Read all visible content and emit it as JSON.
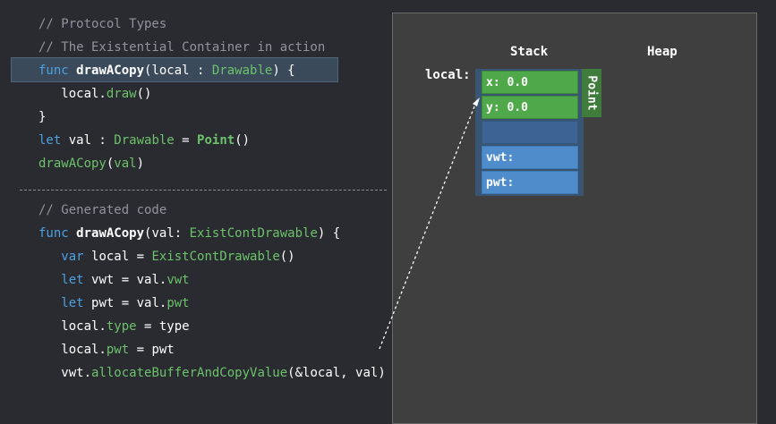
{
  "code": {
    "upper": [
      [
        {
          "t": "// Protocol Types",
          "c": "comment"
        }
      ],
      [
        {
          "t": "// The Existential Container in action",
          "c": "comment"
        }
      ],
      [
        {
          "t": "func ",
          "c": "kw"
        },
        {
          "t": "drawACopy",
          "c": "bold"
        },
        {
          "t": "(local : ",
          "c": "plain"
        },
        {
          "t": "Drawable",
          "c": "type"
        },
        {
          "t": ") {",
          "c": "plain"
        }
      ],
      [
        {
          "t": "   local.",
          "c": "plain"
        },
        {
          "t": "draw",
          "c": "fn"
        },
        {
          "t": "()",
          "c": "plain"
        }
      ],
      [
        {
          "t": "}",
          "c": "plain"
        }
      ],
      [
        {
          "t": "let ",
          "c": "kw"
        },
        {
          "t": "val : ",
          "c": "plain"
        },
        {
          "t": "Drawable",
          "c": "type"
        },
        {
          "t": " = ",
          "c": "plain"
        },
        {
          "t": "Point",
          "c": "boldtype"
        },
        {
          "t": "()",
          "c": "plain"
        }
      ],
      [
        {
          "t": "drawACopy",
          "c": "fn"
        },
        {
          "t": "(",
          "c": "plain"
        },
        {
          "t": "val",
          "c": "type"
        },
        {
          "t": ")",
          "c": "plain"
        }
      ]
    ],
    "lower": [
      [
        {
          "t": "// Generated code",
          "c": "comment"
        }
      ],
      [
        {
          "t": "func ",
          "c": "kw"
        },
        {
          "t": "drawACopy",
          "c": "bold"
        },
        {
          "t": "(val: ",
          "c": "plain"
        },
        {
          "t": "ExistContDrawable",
          "c": "type"
        },
        {
          "t": ") {",
          "c": "plain"
        }
      ],
      [
        {
          "t": "   var ",
          "c": "kw"
        },
        {
          "t": "local = ",
          "c": "plain"
        },
        {
          "t": "ExistContDrawable",
          "c": "type"
        },
        {
          "t": "()",
          "c": "plain"
        }
      ],
      [
        {
          "t": "   let ",
          "c": "kw"
        },
        {
          "t": "vwt = val.",
          "c": "plain"
        },
        {
          "t": "vwt",
          "c": "type"
        }
      ],
      [
        {
          "t": "   let ",
          "c": "kw"
        },
        {
          "t": "pwt = val.",
          "c": "plain"
        },
        {
          "t": "pwt",
          "c": "type"
        }
      ],
      [
        {
          "t": "   local.",
          "c": "plain"
        },
        {
          "t": "type",
          "c": "type"
        },
        {
          "t": " = type",
          "c": "plain"
        }
      ],
      [
        {
          "t": "   local.",
          "c": "plain"
        },
        {
          "t": "pwt",
          "c": "type"
        },
        {
          "t": " = pwt",
          "c": "plain"
        }
      ],
      [
        {
          "t": "   vwt.",
          "c": "plain"
        },
        {
          "t": "allocateBufferAndCopyValue",
          "c": "fn"
        },
        {
          "t": "(&local, val)",
          "c": "plain"
        }
      ]
    ]
  },
  "diagram": {
    "stack_label": "Stack",
    "heap_label": "Heap",
    "local_label": "local:",
    "cells": {
      "x": "x: 0.0",
      "y": "y: 0.0",
      "empty": "",
      "vwt": "vwt:",
      "pwt": "pwt:"
    },
    "point_tag": "Point"
  },
  "colors": {
    "background": "#2a2b31",
    "comment": "#8f949c",
    "keyword": "#4ba0e0",
    "type": "#6cc26a",
    "cell_green": "#4fa84a",
    "cell_blue": "#4f8ccb",
    "frame": "#3a5573"
  }
}
